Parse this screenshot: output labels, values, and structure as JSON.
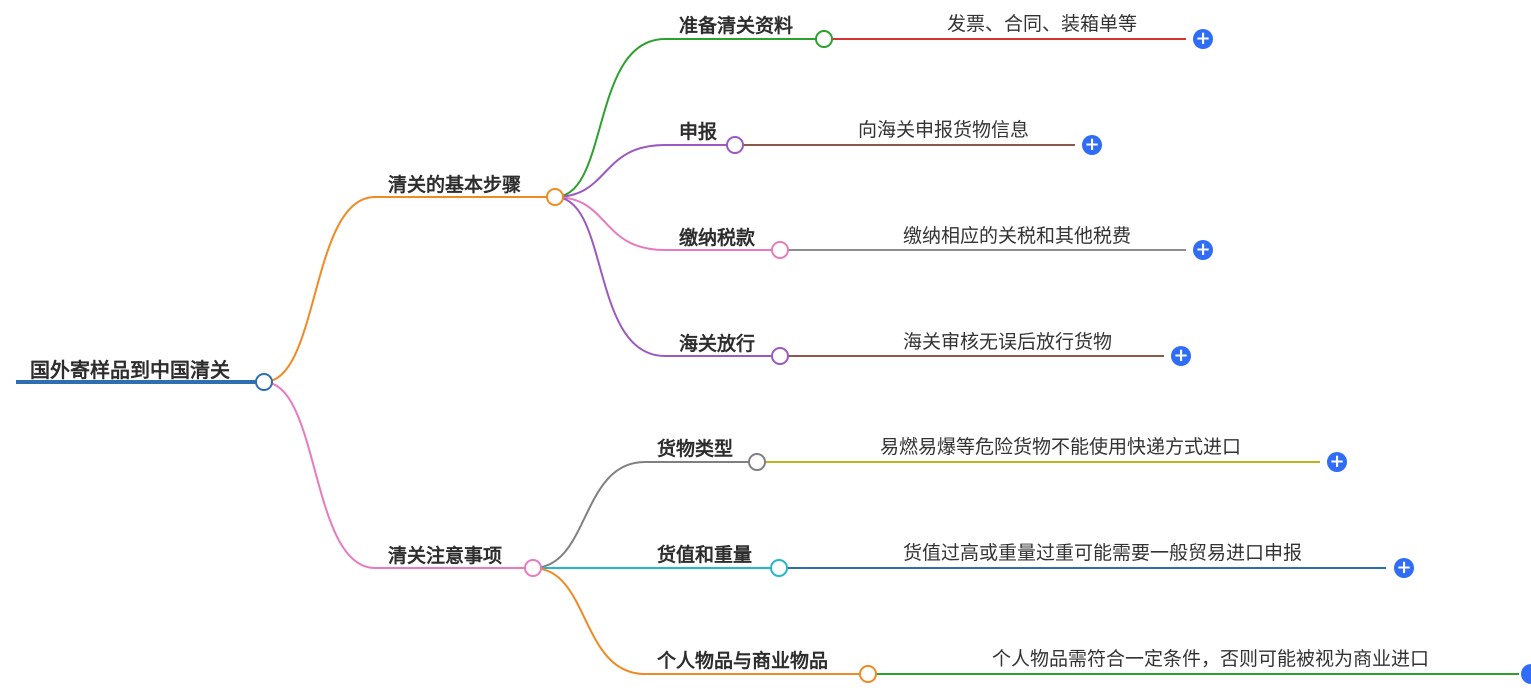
{
  "root": {
    "label": "国外寄样品到中国清关"
  },
  "branches": [
    {
      "label": "清关的基本步骤",
      "children": [
        {
          "label": "准备清关资料",
          "detail": "发票、合同、装箱单等"
        },
        {
          "label": "申报",
          "detail": "向海关申报货物信息"
        },
        {
          "label": "缴纳税款",
          "detail": "缴纳相应的关税和其他税费"
        },
        {
          "label": "海关放行",
          "detail": "海关审核无误后放行货物"
        }
      ]
    },
    {
      "label": "清关注意事项",
      "children": [
        {
          "label": "货物类型",
          "detail": "易燃易爆等危险货物不能使用快递方式进口"
        },
        {
          "label": "货值和重量",
          "detail": "货值过高或重量过重可能需要一般贸易进口申报"
        },
        {
          "label": "个人物品与商业物品",
          "detail": "个人物品需符合一定条件，否则可能被视为商业进口"
        }
      ]
    }
  ],
  "icons": {
    "expand": "plus-circle-icon",
    "expand_glyph": "+"
  },
  "colors": {
    "root_line": "#2f6fb0",
    "branch_steps": "#f08a24",
    "branch_notes": "#e87bbd",
    "expand_button": "#2f6df6"
  }
}
